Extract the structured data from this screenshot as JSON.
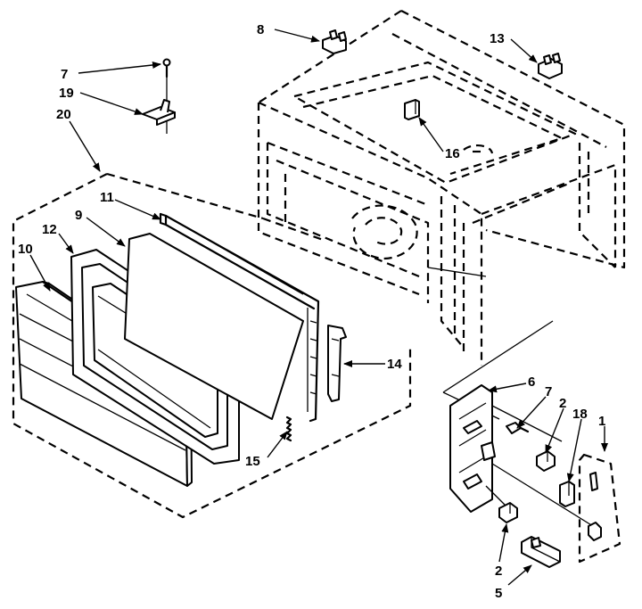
{
  "callouts": [
    {
      "id": "8",
      "text": "8"
    },
    {
      "id": "13",
      "text": "13"
    },
    {
      "id": "7a",
      "text": "7"
    },
    {
      "id": "19",
      "text": "19"
    },
    {
      "id": "20",
      "text": "20"
    },
    {
      "id": "16",
      "text": "16"
    },
    {
      "id": "11",
      "text": "11"
    },
    {
      "id": "9",
      "text": "9"
    },
    {
      "id": "12",
      "text": "12"
    },
    {
      "id": "10",
      "text": "10"
    },
    {
      "id": "14",
      "text": "14"
    },
    {
      "id": "15",
      "text": "15"
    },
    {
      "id": "6",
      "text": "6"
    },
    {
      "id": "7b",
      "text": "7"
    },
    {
      "id": "2a",
      "text": "2"
    },
    {
      "id": "18",
      "text": "18"
    },
    {
      "id": "1",
      "text": "1"
    },
    {
      "id": "2b",
      "text": "2"
    },
    {
      "id": "5",
      "text": "5"
    }
  ]
}
